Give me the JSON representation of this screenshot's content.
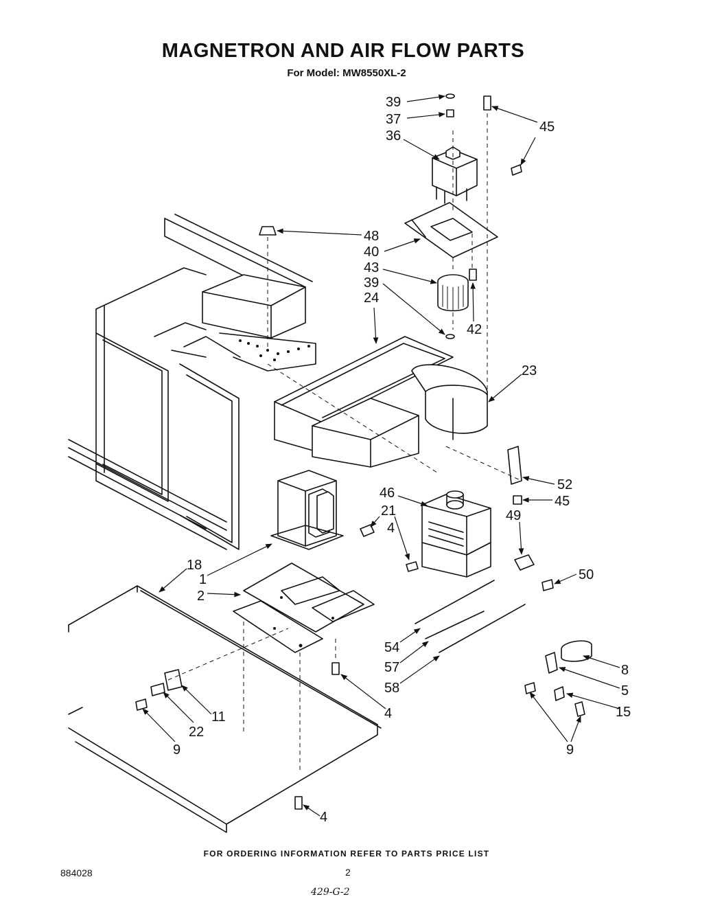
{
  "header": {
    "title": "MAGNETRON AND AIR FLOW PARTS",
    "subtitle": "For Model: MW8550XL-2"
  },
  "footer": {
    "ordering_note": "FOR ORDERING INFORMATION REFER TO PARTS PRICE LIST",
    "doc_number": "884028",
    "page_number": "2",
    "handwritten_note": "429-G-2"
  },
  "callouts": {
    "c39a": "39",
    "c37": "37",
    "c36": "36",
    "c45a": "45",
    "c48": "48",
    "c40": "40",
    "c43": "43",
    "c39b": "39",
    "c24": "24",
    "c42": "42",
    "c23": "23",
    "c52": "52",
    "c45b": "45",
    "c46": "46",
    "c21": "21",
    "c4a": "4",
    "c49": "49",
    "c18": "18",
    "c1": "1",
    "c2": "2",
    "c50": "50",
    "c54": "54",
    "c57": "57",
    "c58": "58",
    "c8": "8",
    "c5": "5",
    "c15": "15",
    "c4b": "4",
    "c11": "11",
    "c22": "22",
    "c9a": "9",
    "c9b": "9",
    "c4c": "4"
  }
}
